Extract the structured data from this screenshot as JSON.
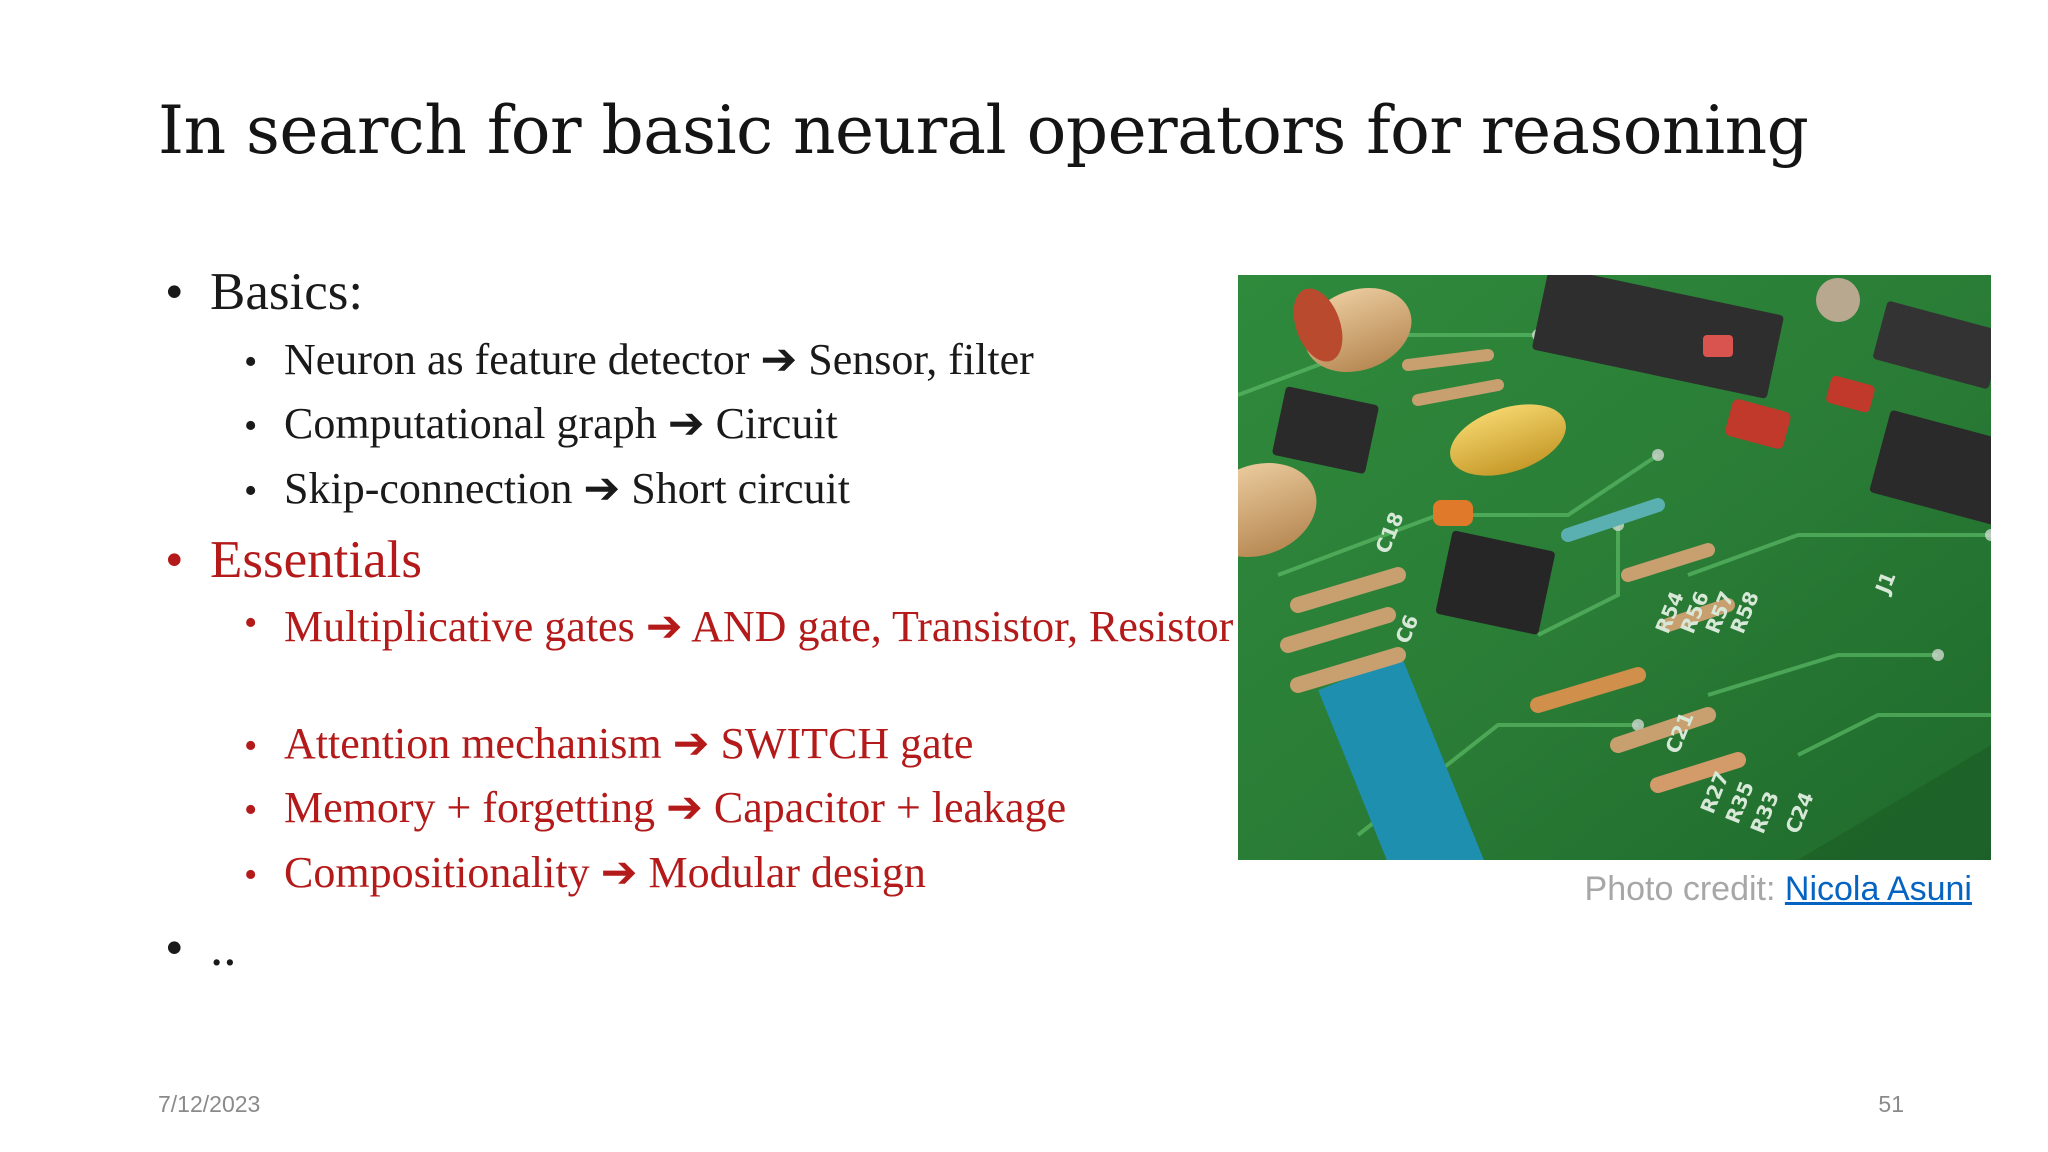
{
  "slide": {
    "title": "In search for basic neural operators for reasoning",
    "bullets": {
      "basics": "Basics:",
      "basics_items": [
        "Neuron as feature detector ➔ Sensor, filter",
        "Computational graph ➔ Circuit",
        "Skip-connection ➔ Short circuit"
      ],
      "essentials": "Essentials",
      "essentials_items": [
        "Multiplicative gates ➔ AND gate, Transistor, Resistor",
        "Attention mechanism ➔ SWITCH gate",
        "Memory + forgetting ➔ Capacitor + leakage",
        "Compositionality ➔ Modular design"
      ],
      "more": ".."
    },
    "image": {
      "credit_prefix": "Photo credit: ",
      "credit_link": "Nicola Asuni"
    },
    "footer": {
      "date": "7/12/2023",
      "page_number": "51"
    },
    "colors": {
      "accent_red": "#b41a1a",
      "link_blue": "#0563c1"
    }
  }
}
